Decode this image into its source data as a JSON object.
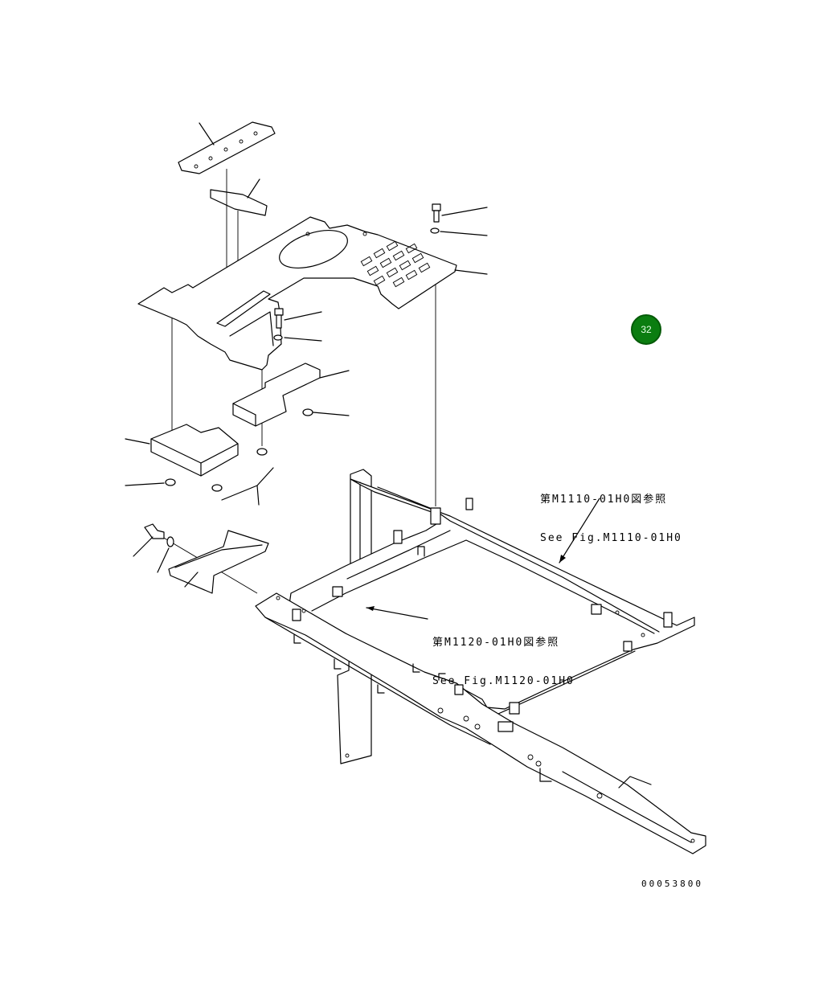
{
  "diagram": {
    "references": [
      {
        "jp": "第M1110-01H0図参照",
        "en": "See Fig.M1110-01H0"
      },
      {
        "jp": "第M1120-01H0図参照",
        "en": "See Fig.M1120-01H0"
      }
    ],
    "figure_number": "00053800"
  },
  "page_badge": {
    "label": "32",
    "color": "#0b7d10"
  }
}
